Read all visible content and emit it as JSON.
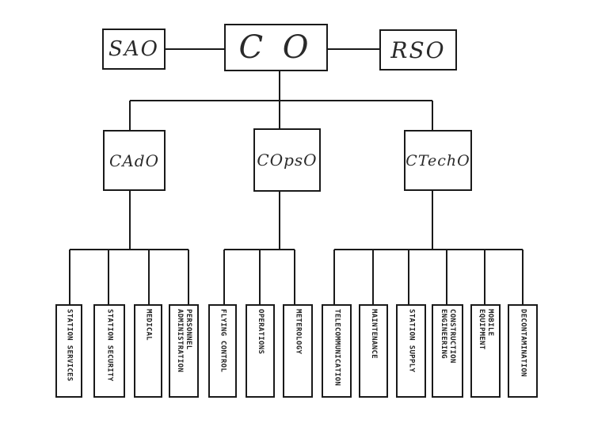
{
  "top": {
    "left": "SAO",
    "center": "C O",
    "right": "RSO"
  },
  "mid": {
    "left": "CAdO",
    "center": "COpsO",
    "right": "CTechO"
  },
  "leaves": [
    "STATION SERVICES",
    "STATION SECURITY",
    "MEDICAL",
    "PERSONNEL\nADMINISTRATION",
    "FLYING CONTROL",
    "OPERATIONS",
    "METEROLOGY",
    "TELECOMMUNICATION",
    "MAINTENANCE",
    "STATION SUPPLY",
    "CONSTRUCTION\nENGINEERING",
    "MOBILE\nEQUIPMENT",
    "DECONTAMINATION"
  ]
}
